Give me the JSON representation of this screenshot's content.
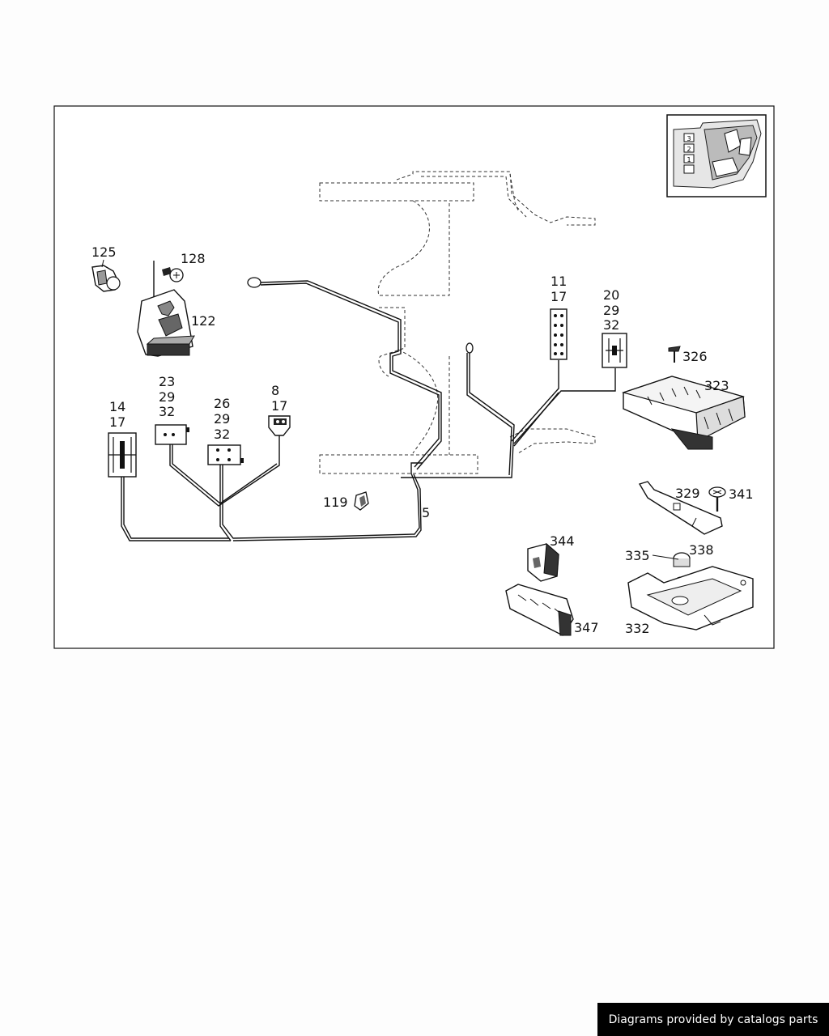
{
  "labels": {
    "p125": "125",
    "p128": "128",
    "p122": "122",
    "p11": "11",
    "p11b": "17",
    "p20": "20",
    "p20b": "29",
    "p20c": "32",
    "p326": "326",
    "p323": "323",
    "p23": "23",
    "p23b": "29",
    "p23c": "32",
    "p26": "26",
    "p26b": "29",
    "p26c": "32",
    "p8": "8",
    "p8b": "17",
    "p14": "14",
    "p14b": "17",
    "p119": "119",
    "p5": "5",
    "p329": "329",
    "p341": "341",
    "p344": "344",
    "p335": "335",
    "p338": "338",
    "p347": "347",
    "p332": "332"
  },
  "inset_buttons": [
    "3",
    "2",
    "1"
  ],
  "credit": "Diagrams provided by catalogs parts"
}
